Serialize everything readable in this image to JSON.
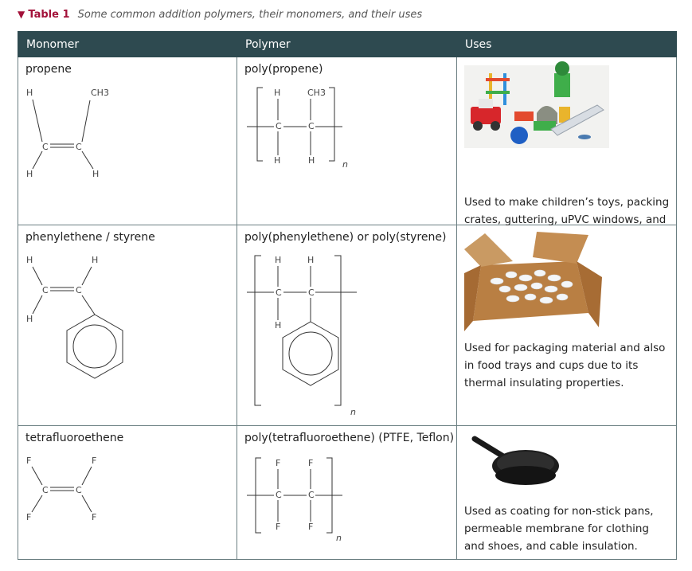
{
  "caption": {
    "marker": "▼",
    "label": "Table 1",
    "text": "Some common addition polymers, their monomers, and their uses"
  },
  "table": {
    "headers": {
      "monomer": "Monomer",
      "polymer": "Polymer",
      "uses": "Uses"
    },
    "rows": [
      {
        "monomer": "propene",
        "polymer": "poly(propene)",
        "uses": "Used to make children’s toys, packing crates, guttering, uPVC windows, and fibre for ropes.",
        "image": "toys-photo"
      },
      {
        "monomer": "phenylethene / styrene",
        "polymer": "poly(phenylethene) or poly(styrene)",
        "uses": "Used for packaging material and also in food trays and cups due to its thermal insulating properties.",
        "image": "packaging-box-photo"
      },
      {
        "monomer": "tetrafluoroethene",
        "polymer": "poly(tetrafluoroethene) (PTFE, Teflon)",
        "uses": "Used as coating for non-stick pans, permeable membrane for clothing and shoes, and cable insulation.",
        "image": "frying-pan-photo"
      }
    ]
  },
  "chem": {
    "H": "H",
    "C": "C",
    "F": "F",
    "CH3": "CH3",
    "n": "n"
  }
}
